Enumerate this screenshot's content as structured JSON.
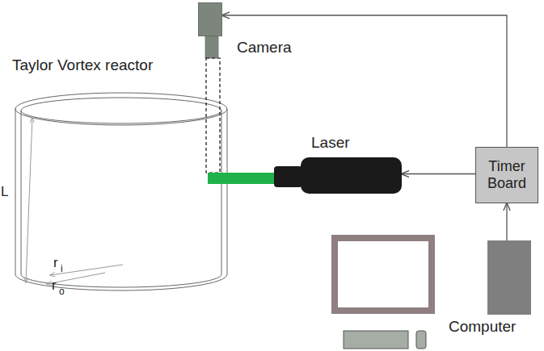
{
  "diagram": {
    "nodes": [
      {
        "text": [
          "Taylor Vortex reactor"
        ]
      },
      {
        "text": [
          "Camera"
        ]
      },
      {
        "text": [
          "Laser"
        ]
      },
      {
        "text": [
          "Timer Board"
        ]
      },
      {
        "text": [
          "Computer"
        ]
      }
    ],
    "edges": [
      {
        "from": 3,
        "to": 2,
        "arrow": "to"
      },
      {
        "from": 3,
        "to": 1,
        "arrow": "to"
      },
      {
        "from": 4,
        "to": 3,
        "arrow": "to"
      }
    ],
    "labels": [
      "L",
      "r",
      "i",
      "r",
      "o"
    ]
  }
}
